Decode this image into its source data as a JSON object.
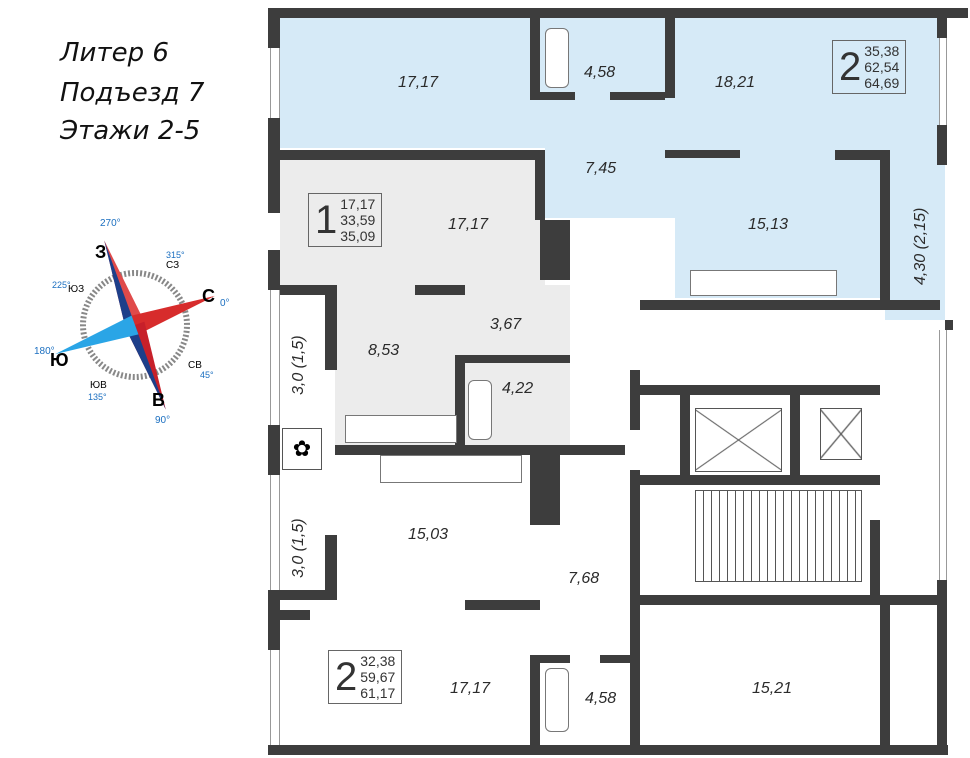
{
  "header": {
    "line1": "Литер 6",
    "line2": "Подъезд 7",
    "line3": "Этажи 2-5"
  },
  "compass": {
    "north": "С",
    "south": "Ю",
    "east": "В",
    "west": "З",
    "ne": "СВ",
    "se": "ЮВ",
    "sw": "ЮЗ",
    "nw": "СЗ",
    "deg_n": "0°",
    "deg_ne": "45°",
    "deg_e": "90°",
    "deg_se": "135°",
    "deg_s": "180°",
    "deg_sw": "225°",
    "deg_w": "270°",
    "deg_nw": "315°",
    "colors": {
      "north": "#e03a3a",
      "south": "#2a9be0"
    }
  },
  "apartments": [
    {
      "rooms": "2",
      "living": "35,38",
      "total": "62,54",
      "total_balcony": "64,69"
    },
    {
      "rooms": "1",
      "living": "17,17",
      "total": "33,59",
      "total_balcony": "35,09"
    },
    {
      "rooms": "2",
      "living": "32,38",
      "total": "59,67",
      "total_balcony": "61,17"
    }
  ],
  "rooms": {
    "r1": "17,17",
    "r2": "4,58",
    "r3": "18,21",
    "r4": "7,45",
    "r5": "15,13",
    "r6": "4,30 (2,15)",
    "r7": "17,17",
    "r8": "3,67",
    "r9": "8,53",
    "r10": "4,22",
    "r11": "3,0 (1,5)",
    "r12": "3,0 (1,5)",
    "r13": "15,03",
    "r14": "7,68",
    "r15": "17,17",
    "r16": "4,58",
    "r17": "15,21"
  },
  "colors": {
    "highlight": "#d6eaf7",
    "selected": "#ececec",
    "wall": "#3d3d3d"
  }
}
